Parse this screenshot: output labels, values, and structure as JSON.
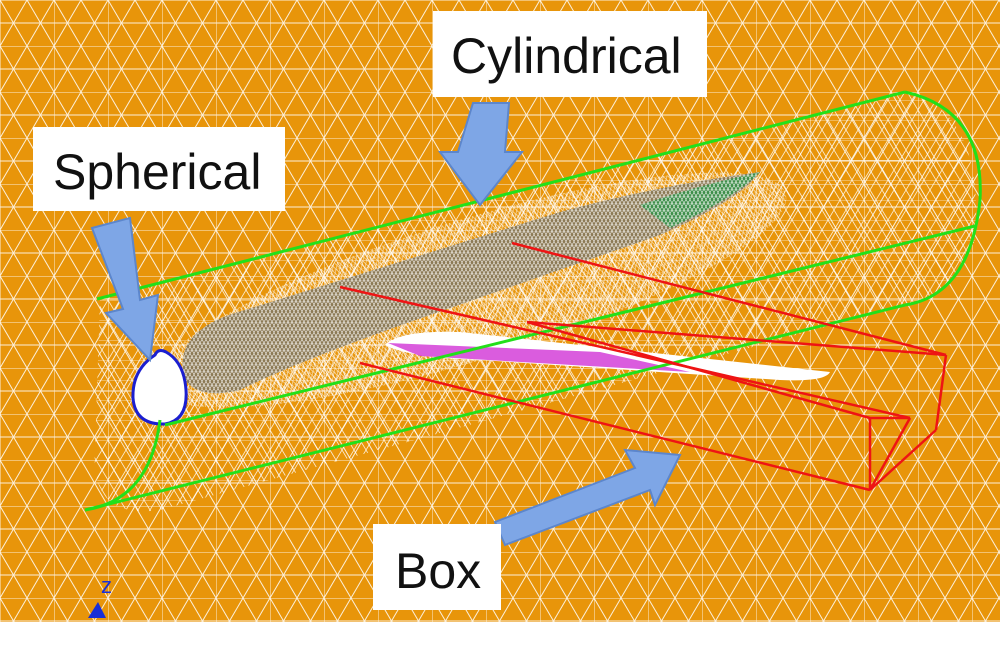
{
  "labels": {
    "cylindrical": "Cylindrical",
    "spherical": "Spherical",
    "box": "Box"
  },
  "axis": {
    "z": "z"
  },
  "colors": {
    "background": "#E8950A",
    "mesh_line": "#FFFFFF",
    "cylinder": "#22E01A",
    "sphere": "#1B1FD0",
    "box": "#EE1414",
    "arrow_fill": "#7EA6E6",
    "arrow_stroke": "#5C86CC",
    "body_fill": "#8C7A55",
    "tail_fill": "#3E8F4A",
    "wing_fill": "#D43FD8"
  }
}
